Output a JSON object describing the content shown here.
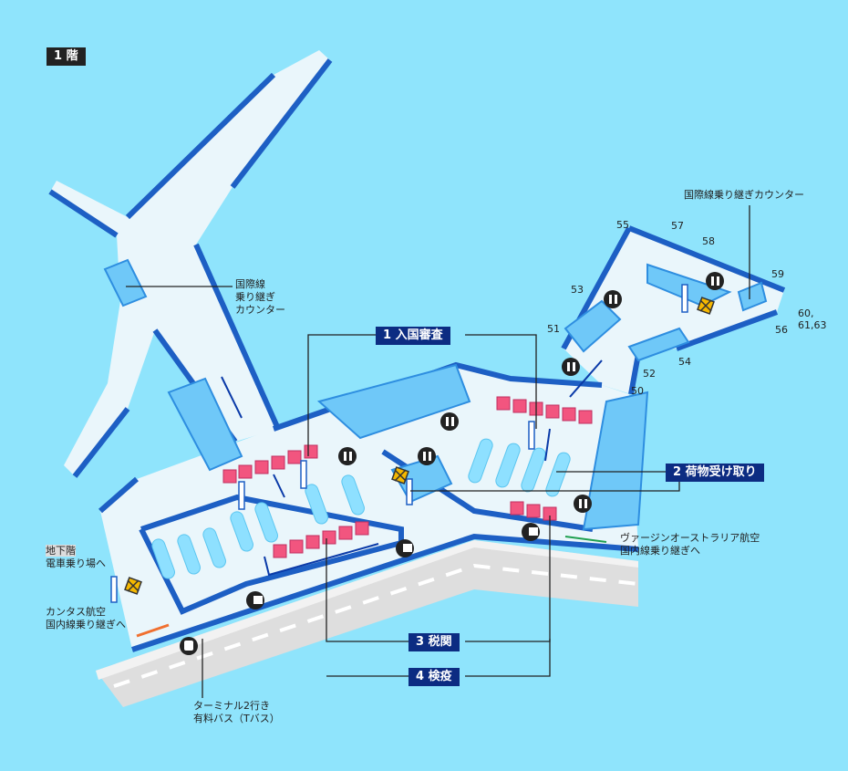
{
  "floor_label": "1 階",
  "areas": {
    "immigration": "1 入国審査",
    "baggage": "2 荷物受け取り",
    "customs": "3 税関",
    "quarantine": "4 検疫"
  },
  "labels": {
    "transfer_left": [
      "国際線",
      "乗り継ぎ",
      "カウンター"
    ],
    "transfer_right": "国際線乗り継ぎカウンター",
    "basement": "地下階",
    "train": "電車乗り場へ",
    "qantas": [
      "カンタス航空",
      "国内線乗り継ぎへ"
    ],
    "virgin": [
      "ヴァージンオーストラリア航空",
      "国内線乗り継ぎへ"
    ],
    "bus": [
      "ターミナル2行き",
      "有料バス（Tバス）"
    ]
  },
  "gates": [
    "50",
    "51",
    "52",
    "53",
    "54",
    "55",
    "56",
    "57",
    "58",
    "59",
    "60,",
    "61,63"
  ],
  "colors": {
    "water": "#8fe4fc",
    "floor": "#eaf6fb",
    "wall": "#1d5fc4",
    "block": "#6fc8f8",
    "counter": "#f2557f",
    "road": "#dedede",
    "label_box": "#0c2c82"
  }
}
